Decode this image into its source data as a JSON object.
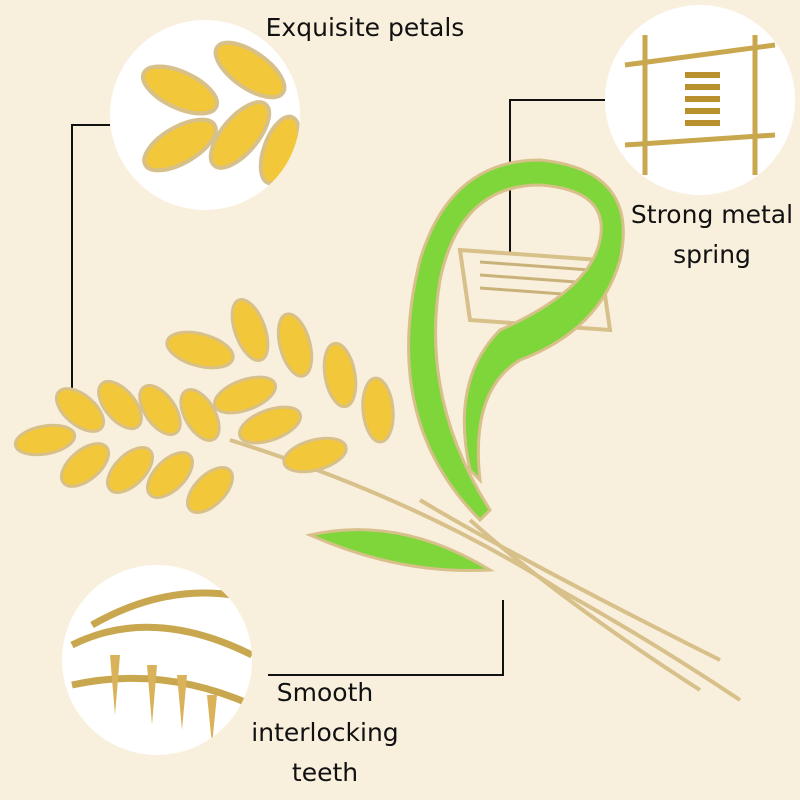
{
  "callouts": {
    "petals": "Exquisite petals",
    "spring_line1": "Strong metal",
    "spring_line2": "spring",
    "teeth_line1": "Smooth",
    "teeth_line2": "interlocking",
    "teeth_line3": "teeth"
  },
  "colors": {
    "background": "#f9efdd",
    "petal": "#f2c83a",
    "leaf": "#7fd63a",
    "metal": "#d9c28a"
  }
}
